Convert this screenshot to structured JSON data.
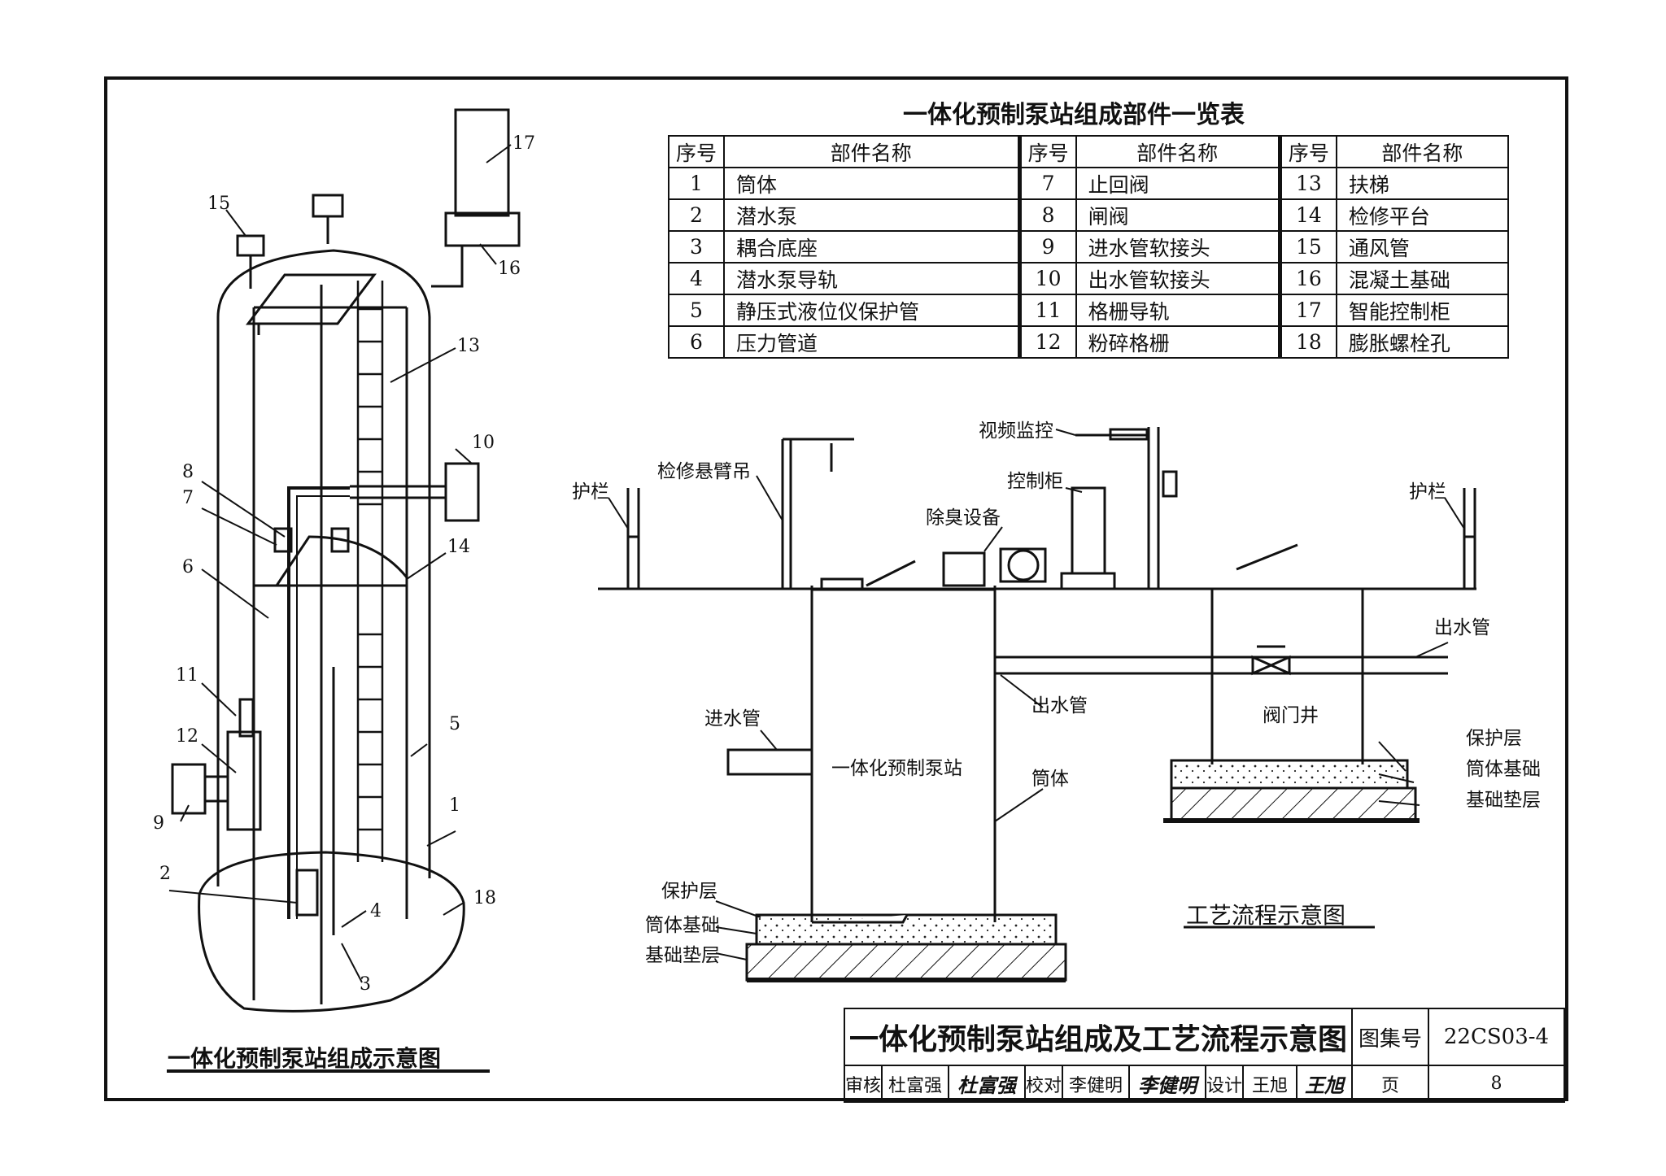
{
  "table": {
    "title": "一体化预制泵站组成部件一览表",
    "header": {
      "no": "序号",
      "name": "部件名称"
    },
    "rows": [
      [
        {
          "no": "1",
          "name": "筒体"
        },
        {
          "no": "7",
          "name": "止回阀"
        },
        {
          "no": "13",
          "name": "扶梯"
        }
      ],
      [
        {
          "no": "2",
          "name": "潜水泵"
        },
        {
          "no": "8",
          "name": "闸阀"
        },
        {
          "no": "14",
          "name": "检修平台"
        }
      ],
      [
        {
          "no": "3",
          "name": "耦合底座"
        },
        {
          "no": "9",
          "name": "进水管软接头"
        },
        {
          "no": "15",
          "name": "通风管"
        }
      ],
      [
        {
          "no": "4",
          "name": "潜水泵导轨"
        },
        {
          "no": "10",
          "name": "出水管软接头"
        },
        {
          "no": "16",
          "name": "混凝土基础"
        }
      ],
      [
        {
          "no": "5",
          "name": "静压式液位仪保护管"
        },
        {
          "no": "11",
          "name": "格栅导轨"
        },
        {
          "no": "17",
          "name": "智能控制柜"
        }
      ],
      [
        {
          "no": "6",
          "name": "压力管道"
        },
        {
          "no": "12",
          "name": "粉碎格栅"
        },
        {
          "no": "18",
          "name": "膨胀螺栓孔"
        }
      ]
    ]
  },
  "left_diagram": {
    "title": "一体化预制泵站组成示意图",
    "callouts": [
      "1",
      "2",
      "3",
      "4",
      "5",
      "6",
      "7",
      "8",
      "9",
      "10",
      "11",
      "12",
      "13",
      "14",
      "15",
      "16",
      "17",
      "18"
    ]
  },
  "process_diagram": {
    "title": "工艺流程示意图",
    "labels": {
      "guardrail_left": "护栏",
      "crane": "检修悬臂吊",
      "video": "视频监控",
      "cabinet": "控制柜",
      "deodor": "除臭设备",
      "guardrail_right": "护栏",
      "outlet_right": "出水管",
      "outlet_mid": "出水管",
      "valve_well": "阀门井",
      "inlet": "进水管",
      "station": "一体化预制泵站",
      "shell": "筒体",
      "protect_right": "保护层",
      "shell_found_right": "筒体基础",
      "cushion_right": "基础垫层",
      "protect_left": "保护层",
      "shell_found_left": "筒体基础",
      "cushion_left": "基础垫层"
    }
  },
  "title_block": {
    "title": "一体化预制泵站组成及工艺流程示意图",
    "atlas_label": "图集号",
    "atlas_no": "22CS03-4",
    "review_label": "审核",
    "reviewer": "杜富强",
    "reviewer_sig": "杜富强",
    "check_label": "校对",
    "checker": "李健明",
    "checker_sig": "李健明",
    "design_label": "设计",
    "designer": "王旭",
    "designer_sig": "王旭",
    "page_label": "页",
    "page_no": "8"
  }
}
